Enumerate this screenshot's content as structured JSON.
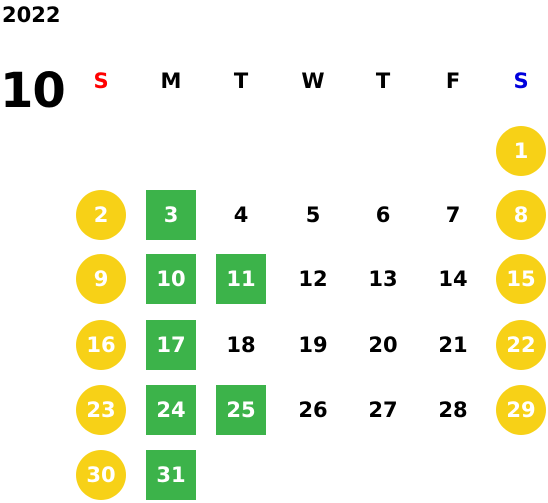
{
  "calendar": {
    "year": "2022",
    "month": "10",
    "weekdays": [
      {
        "label": "S",
        "color": "#ff0000"
      },
      {
        "label": "M",
        "color": "#000000"
      },
      {
        "label": "T",
        "color": "#000000"
      },
      {
        "label": "W",
        "color": "#000000"
      },
      {
        "label": "T",
        "color": "#000000"
      },
      {
        "label": "F",
        "color": "#000000"
      },
      {
        "label": "S",
        "color": "#0000dd"
      }
    ],
    "colors": {
      "weekend": "#f7d117",
      "holiday": "#3cb34a"
    },
    "first_weekday_index": 6,
    "days": [
      {
        "label": "1",
        "style": "weekend"
      },
      {
        "label": "2",
        "style": "weekend"
      },
      {
        "label": "3",
        "style": "holiday"
      },
      {
        "label": "4",
        "style": "plain"
      },
      {
        "label": "5",
        "style": "plain"
      },
      {
        "label": "6",
        "style": "plain"
      },
      {
        "label": "7",
        "style": "plain"
      },
      {
        "label": "8",
        "style": "weekend"
      },
      {
        "label": "9",
        "style": "weekend"
      },
      {
        "label": "10",
        "style": "holiday"
      },
      {
        "label": "11",
        "style": "holiday"
      },
      {
        "label": "12",
        "style": "plain"
      },
      {
        "label": "13",
        "style": "plain"
      },
      {
        "label": "14",
        "style": "plain"
      },
      {
        "label": "15",
        "style": "weekend"
      },
      {
        "label": "16",
        "style": "weekend"
      },
      {
        "label": "17",
        "style": "holiday"
      },
      {
        "label": "18",
        "style": "plain"
      },
      {
        "label": "19",
        "style": "plain"
      },
      {
        "label": "20",
        "style": "plain"
      },
      {
        "label": "21",
        "style": "plain"
      },
      {
        "label": "22",
        "style": "weekend"
      },
      {
        "label": "23",
        "style": "weekend"
      },
      {
        "label": "24",
        "style": "holiday"
      },
      {
        "label": "25",
        "style": "holiday"
      },
      {
        "label": "26",
        "style": "plain"
      },
      {
        "label": "27",
        "style": "plain"
      },
      {
        "label": "28",
        "style": "plain"
      },
      {
        "label": "29",
        "style": "weekend"
      },
      {
        "label": "30",
        "style": "weekend"
      },
      {
        "label": "31",
        "style": "holiday"
      }
    ]
  }
}
